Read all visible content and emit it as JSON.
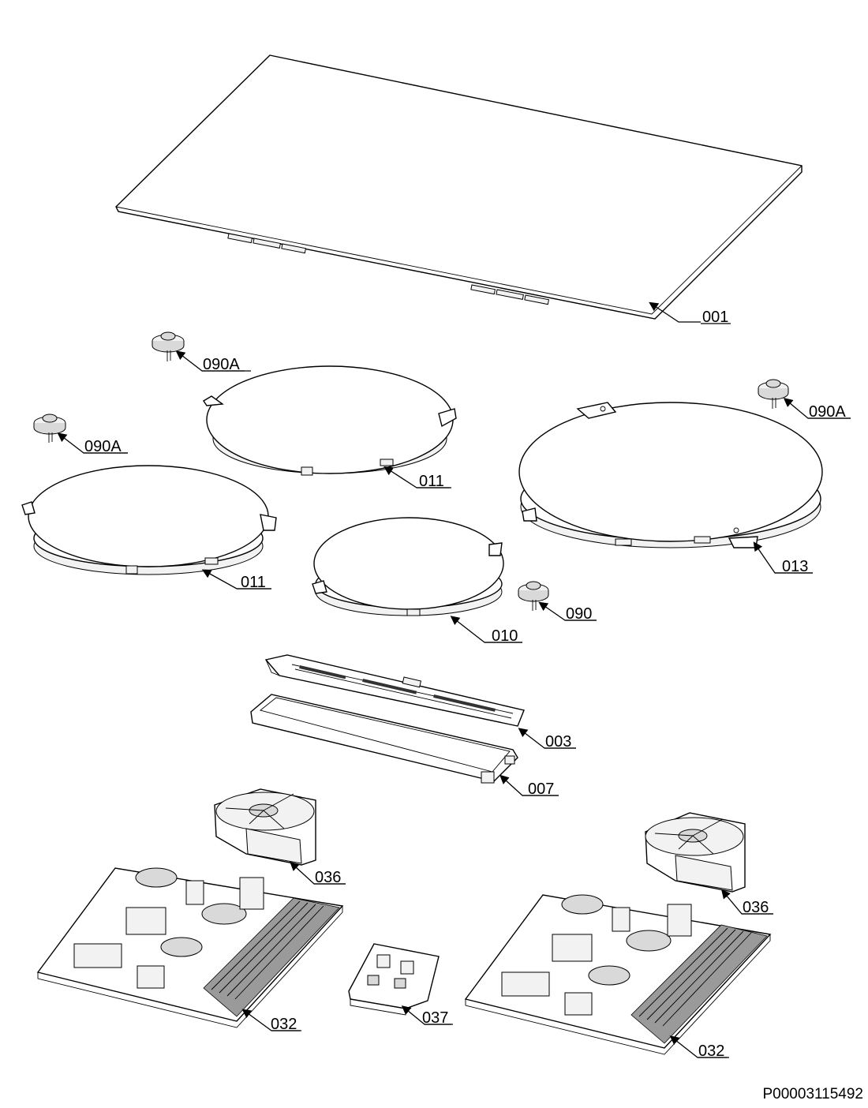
{
  "labels": {
    "p001": "001",
    "p090a_1": "090A",
    "p090a_2": "090A",
    "p090a_3": "090A",
    "p011_1": "011",
    "p011_2": "011",
    "p013": "013",
    "p010": "010",
    "p090": "090",
    "p003": "003",
    "p007": "007",
    "p036_1": "036",
    "p036_2": "036",
    "p032_1": "032",
    "p032_2": "032",
    "p037": "037"
  },
  "drawing_code": "P00003115492"
}
